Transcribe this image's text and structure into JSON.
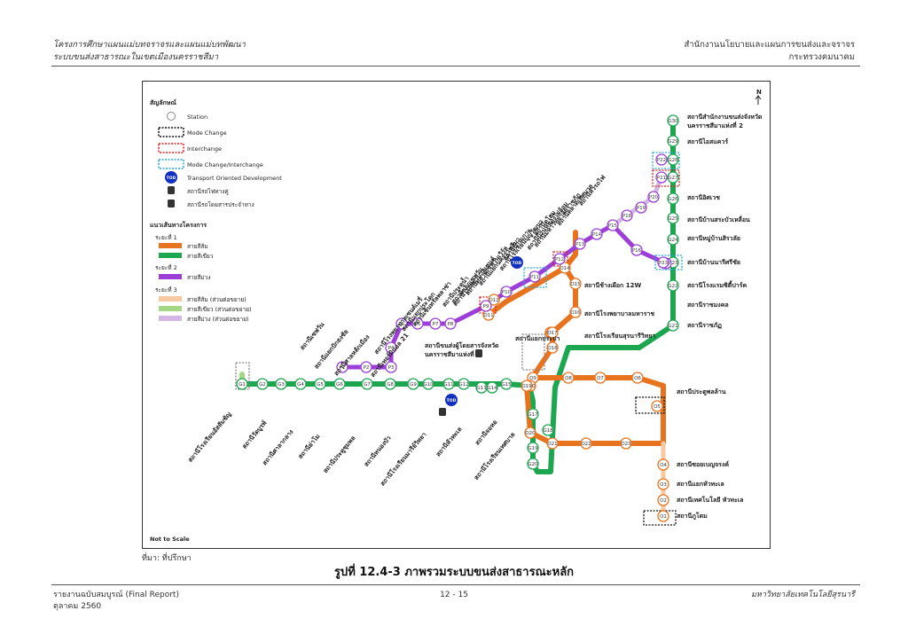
{
  "header": {
    "left_line1": "โครงการศึกษาแผนแม่บทจราจรและแผนแม่บทพัฒนา",
    "left_line2": "ระบบขนส่งสาธารณะในเขตเมืองนครราชสีมา",
    "right_line1": "สำนักงานนโยบายและแผนการขนส่งและจราจร",
    "right_line2": "กระทรวงคมนาคม"
  },
  "legend": {
    "title": "สัญลักษณ์",
    "station": "Station",
    "mode_change": "Mode Change",
    "interchange": "Interchange",
    "mode_change_interchange": "Mode Change/Interchange",
    "tod_badge": "TOD",
    "tod": "Transport Oriented Development",
    "rail_station": "สถานีรถไฟทางคู่",
    "bus_terminal": "สถานีรถโดยสารประจำทาง",
    "routes_title": "แนวเส้นทางโครงการ",
    "phase1": "ระยะที่ 1",
    "orange": "สายสีส้ม",
    "green": "สายสีเขียว",
    "phase2": "ระยะที่ 2",
    "purple": "สายสีม่วง",
    "phase3": "ระยะที่ 3",
    "orange_ext": "สายสีส้ม (ส่วนต่อขยาย)",
    "green_ext": "สายสีเขียว (ส่วนต่อขยาย)",
    "purple_ext": "สายสีม่วง (ส่วนต่อขยาย)"
  },
  "map": {
    "north": "N",
    "not_to_scale": "Not to Scale",
    "tod_badge": "TOD",
    "colors": {
      "orange": "#E8731E",
      "green": "#1DA650",
      "purple": "#9B3FD8",
      "orange_ext": "#F6C9A0",
      "green_ext": "#A6D785",
      "purple_ext": "#D2B7E5"
    },
    "green_stations": [
      "G1",
      "G2",
      "G3",
      "G4",
      "G5",
      "G6",
      "G7",
      "G8",
      "G9",
      "G10",
      "G11",
      "G12",
      "G13",
      "G14",
      "G15",
      "G16",
      "G17",
      "G18",
      "G19",
      "G20",
      "G21",
      "G22",
      "G23",
      "G24",
      "G25",
      "G26",
      "G27",
      "G28",
      "G29",
      "G30"
    ],
    "orange_stations": [
      "O1",
      "O2",
      "O3",
      "O4",
      "O5",
      "O6",
      "O7",
      "O8",
      "O9",
      "O10",
      "O11",
      "O12",
      "O13",
      "O14",
      "O15",
      "O16",
      "O17",
      "O18",
      "O19",
      "O20",
      "O21",
      "O22",
      "O23"
    ],
    "purple_stations": [
      "P1",
      "P2",
      "P3",
      "P4",
      "P5",
      "P6",
      "P7",
      "P8",
      "P9",
      "P10",
      "P11",
      "P12",
      "P13",
      "P14",
      "P15",
      "P16",
      "P17",
      "P18",
      "P19",
      "P20",
      "P21",
      "P22",
      "P23"
    ],
    "right_labels": [
      "สถานีสำนักงานขนส่งจังหวัด",
      "นครราชสีมาแห่งที่ 2",
      "สถานีไอสแควร์",
      "สถานีอิศเวช",
      "สถานีบ้านสระบัวเหลื่อน",
      "สถานีหมู่บ้านสิรวลัย",
      "สถานีบ้านนารีศรีชัย",
      "สถานีโรงแรมซิตี้ปาร์ค",
      "สถานีราชมงคล",
      "สถานีราชภัฏ",
      "สถานีประตูพลล้าน",
      "สถานีซอยเบญจรงค์",
      "สถานีแยกหัวทะเล",
      "สถานีเทศโนโลยี หัวทะเล",
      "สถานีภูโตม",
      "สถานีช้างเผือก 12W",
      "สถานีโรงพยาบาลมหาราช",
      "สถานีโรงเรียนสุรนารีวิทยา",
      "สถานีแยกประปา",
      "สถานีขนส่งผู้โดยสารจังหวัด",
      "นครราชสีมาแห่งที่ 1"
    ],
    "diagonal_labels": [
      "สถานีเซฟวัน",
      "สถานีแยกปักธงชัย",
      "สถานีศาลหลักเมือง",
      "สถานีเทอร์มินอล 21",
      "สถานีโรงพยาบาลเซนต์เมรี่",
      "สถานีแยกประโดก",
      "สถานีเซ็นทรัลพลาซ่า",
      "สถานีประตูน้ำ",
      "สถานีแยกเซฟวัน",
      "สถานีโรงพยาบาลเซนต์",
      "สถานีตลาดเซฟวันเวิร์ล",
      "สถานีแยกนครราชสีมา",
      "สถานีบ้านเกาะ",
      "สถานีโรงเรียนบุญวัฒนา",
      "สถานีดูโฮม",
      "สถานีบ้านหนองไผ่ล้อม",
      "สถานีมหาวิทยาลัยราชภัฏ",
      "สถานีตลาดเทศบาล",
      "สถานีหัวรถไฟ",
      "สถานีโรงเรียนอัสสัมชัญ",
      "สถานีวัดบูรพ์",
      "สถานีศาลากลาง",
      "สถานีย่าโม",
      "สถานีประตูชุมพล",
      "สถานีหนองบัว",
      "สถานีโรงเรียนมารีย์วิทยา",
      "สถานีหัวทะเล",
      "สถานีจอหอ",
      "สถานีโรงเรียนเทศบาล"
    ]
  },
  "source": "ที่มา: ที่ปรึกษา",
  "caption": "รูปที่ 12.4-3 ภาพรวมระบบขนส่งสาธารณะหลัก",
  "footer": {
    "left_line1": "รายงานฉบับสมบูรณ์ (Final Report)",
    "left_line2": "ตุลาคม 2560",
    "center": "12 - 15",
    "right": "มหาวิทยาลัยเทคโนโลยีสุรนารี"
  }
}
